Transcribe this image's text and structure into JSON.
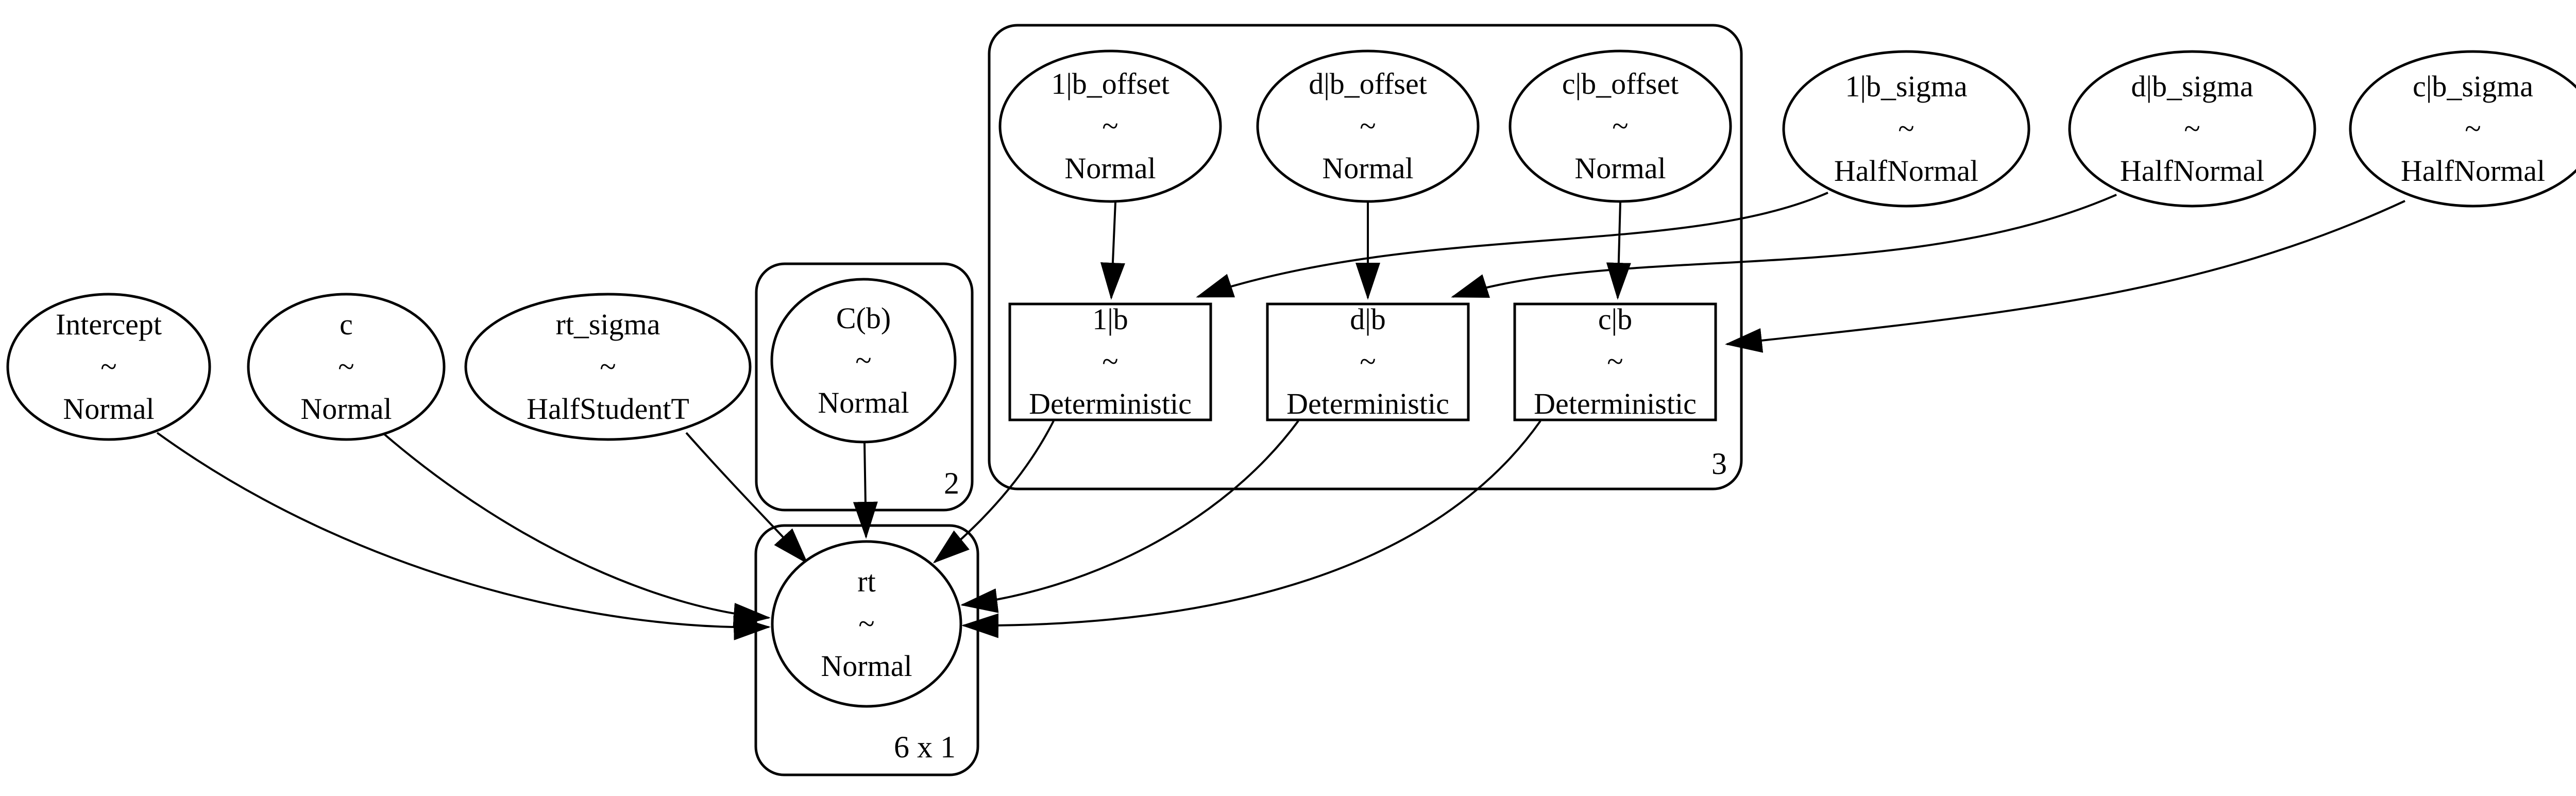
{
  "nodes": {
    "intercept": {
      "name": "Intercept",
      "tilde": "~",
      "dist": "Normal"
    },
    "c": {
      "name": "c",
      "tilde": "~",
      "dist": "Normal"
    },
    "rt_sigma": {
      "name": "rt_sigma",
      "tilde": "~",
      "dist": "HalfStudentT"
    },
    "cb": {
      "name": "C(b)",
      "tilde": "~",
      "dist": "Normal"
    },
    "lb_offset": {
      "name": "1|b_offset",
      "tilde": "~",
      "dist": "Normal"
    },
    "dlb_offset": {
      "name": "d|b_offset",
      "tilde": "~",
      "dist": "Normal"
    },
    "clb_offset": {
      "name": "c|b_offset",
      "tilde": "~",
      "dist": "Normal"
    },
    "lb_sigma": {
      "name": "1|b_sigma",
      "tilde": "~",
      "dist": "HalfNormal"
    },
    "dlb_sigma": {
      "name": "d|b_sigma",
      "tilde": "~",
      "dist": "HalfNormal"
    },
    "clb_sigma": {
      "name": "c|b_sigma",
      "tilde": "~",
      "dist": "HalfNormal"
    },
    "lb": {
      "name": "1|b",
      "tilde": "~",
      "dist": "Deterministic"
    },
    "dlb": {
      "name": "d|b",
      "tilde": "~",
      "dist": "Deterministic"
    },
    "clb": {
      "name": "c|b",
      "tilde": "~",
      "dist": "Deterministic"
    },
    "rt": {
      "name": "rt",
      "tilde": "~",
      "dist": "Normal"
    }
  },
  "plates": {
    "plate_2": {
      "label": "2"
    },
    "plate_3": {
      "label": "3"
    },
    "plate_6x1": {
      "label": "6 x 1"
    }
  },
  "colors": {
    "background": "#ffffff",
    "stroke": "#000000",
    "node_fill": "#ffffff",
    "observed_node_fill": "#d3d3d3"
  }
}
